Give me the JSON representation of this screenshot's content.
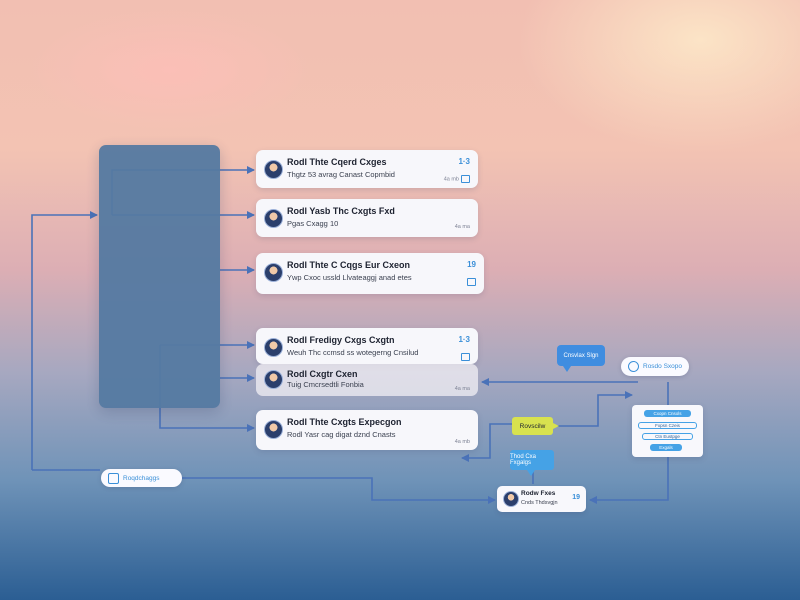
{
  "cards": [
    {
      "title": "Rodl Thte Cqerd Cxges",
      "subtitle": "Thgtz 53 avrag Canast Copmbid",
      "number": "1·3",
      "meta": "4a mb"
    },
    {
      "title": "Rodl Yasb Thc Cxgts Fxd",
      "subtitle": "Pgas Cxagg 10",
      "number": "",
      "meta": "4a ma"
    },
    {
      "title": "Rodl Thte C Cqgs Eur Cxeon",
      "subtitle": "Ywp Cxoc ussld Llvateaggj anad etes",
      "number": "19",
      "meta": ""
    },
    {
      "title": "Rodl Fredigy Cxgs Cxgtn",
      "subtitle": "Weuh Thc ccmsd ss wotegerng Cnsilud",
      "number": "1·3",
      "meta": ""
    },
    {
      "title": "Rodl Cxgtr Cxen",
      "subtitle": "Tuig Cmcrsedtli Fonbia",
      "number": "",
      "meta": "4a ma"
    },
    {
      "title": "Rodl Thte Cxgts Expecgon",
      "subtitle": "Rodl Yasr cag digat dznd Cnasts",
      "number": "",
      "meta": "4a mb"
    }
  ],
  "bubble_top": "Cnsvlax Slgn",
  "pill_right": "Rosdo Sxopo",
  "pill_left": "Roqdchaggs",
  "yellow_tag": "Rovscilw",
  "blue_tag": "Thod Cxa Fxgalgs",
  "form_rows": [
    "Cxopn Cnsols",
    "Fxpsn Czeis",
    "Ctn Eustpge",
    "Exgals"
  ],
  "profile": {
    "name": "Rodw Fxes",
    "role": "Cnds Thdsvgjn",
    "number": "19"
  },
  "colors": {
    "wire": "#4a72b8",
    "accent": "#3a8fd8",
    "panel": "#557aa2"
  }
}
